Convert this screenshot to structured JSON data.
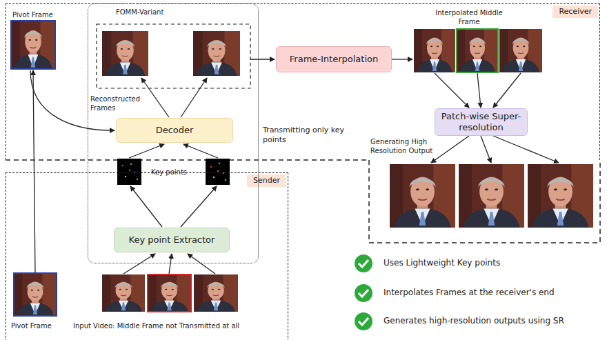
{
  "diagram": {
    "nodes": [
      {
        "text": [
          "Receiver"
        ]
      },
      {
        "text": [
          "Sender"
        ]
      },
      {
        "text": [
          "FOMM-Variant"
        ]
      },
      {
        "text": [
          "Decoder"
        ],
        "in": 2
      },
      {
        "text": [
          "Key point Extractor"
        ],
        "in": 2
      },
      {
        "text": [
          "Frame-Interpolation"
        ],
        "in": 0
      },
      {
        "text": [
          "Patch-wise Super-resolution"
        ],
        "in": 0
      }
    ],
    "labels": [
      "Pivot Frame",
      "Reconstructed Frames",
      "Key points",
      "Transmitting only key points",
      "Interpolated Middle Frame",
      "Generating High Resolution Output",
      "Pivot Frame",
      "Input Video: Middle Frame not Transmitted at all",
      "Uses Lightweight Key points",
      "Interpolates Frames at the receiver's end",
      "Generates high-resolution outputs using SR"
    ]
  }
}
